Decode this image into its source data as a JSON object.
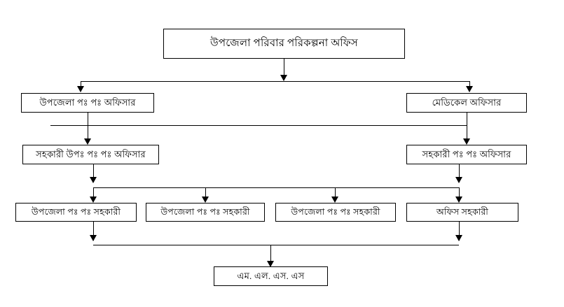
{
  "diagram": {
    "title_text": "উপজেলা পরিবার পরিকল্পনা অফিস",
    "levels": {
      "level1": {
        "root": "উপজেলা পরিবার পরিকল্পনা অফিস"
      },
      "level2": {
        "left": "উপজেলা পঃ পঃ অফিসার",
        "right": "মেডিকেল অফিসার"
      },
      "level3": {
        "left": "সহকারী উপঃ পঃ পঃ অফিসার",
        "right": "সহকারী পঃ পঃ অফিসার"
      },
      "level4": {
        "box1": "উপজেলা পঃ পঃ সহকারী",
        "box2": "উপজেলা পঃ পঃ সহকারী",
        "box3": "উপজেলা পঃ পঃ সহকারী",
        "box4": "অফিস সহকারী"
      },
      "level5": {
        "bottom": "এম. এল. এস. এস"
      }
    },
    "colors": {
      "line": "#000000",
      "box_border": "#000000",
      "box_fill": "#ffffff",
      "text": "#000000",
      "page_background": "#ffffff"
    }
  }
}
